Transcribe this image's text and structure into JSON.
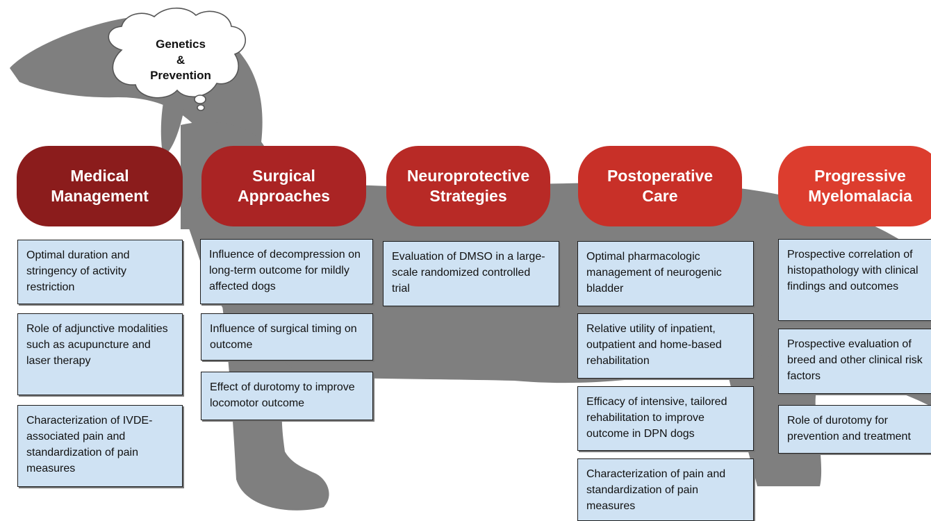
{
  "thought_cloud": {
    "line1": "Genetics",
    "line2": "&",
    "line3": "Prevention"
  },
  "colors": {
    "dog_silhouette": "#7f7f7f",
    "box_fill": "#cfe2f3",
    "header_medical": "#8b1c1c",
    "header_surgical": "#aa2424",
    "header_neuro": "#b82a26",
    "header_postop": "#c83028",
    "header_myelo": "#dc3d2e"
  },
  "columns": [
    {
      "header": [
        "Medical",
        "Management"
      ],
      "items": [
        "Optimal duration and stringency of activity restriction",
        "Role of adjunctive modalities such as acupuncture and laser therapy",
        "Characterization of IVDE-associated pain and standardization of pain measures"
      ]
    },
    {
      "header": [
        "Surgical",
        "Approaches"
      ],
      "items": [
        "Influence  of decompression on long-term outcome for mildly affected dogs",
        "Influence of surgical timing on outcome",
        "Effect of durotomy to improve locomotor outcome"
      ]
    },
    {
      "header": [
        "Neuroprotective",
        "Strategies"
      ],
      "items": [
        "Evaluation of DMSO in a large-scale randomized controlled trial"
      ]
    },
    {
      "header": [
        "Postoperative",
        "Care"
      ],
      "items": [
        "Optimal pharmacologic management of neurogenic bladder",
        "Relative utility of inpatient, outpatient and home-based rehabilitation",
        "Efficacy of intensive, tailored rehabilitation to improve outcome in DPN dogs",
        "Characterization of pain and standardization of pain measures"
      ]
    },
    {
      "header": [
        "Progressive",
        "Myelomalacia"
      ],
      "items": [
        "Prospective correlation of histopathology with clinical findings and outcomes",
        "Prospective evaluation of breed and other clinical risk factors",
        "Role of durotomy for prevention and treatment"
      ]
    }
  ]
}
